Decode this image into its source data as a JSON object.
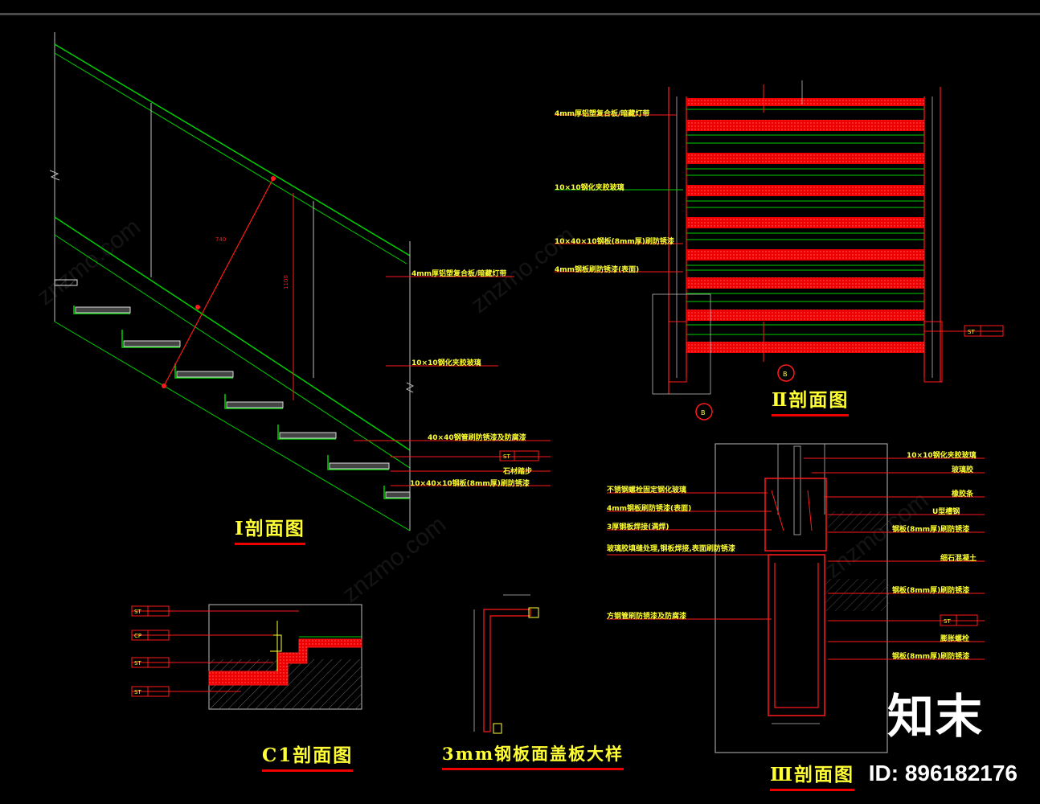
{
  "titles": {
    "section_left": "Ⅰ剖面图",
    "section_right_top": "Ⅱ剖面图",
    "section_c1": "C1剖面图",
    "section_cap": "3mm钢板面盖板大样",
    "section_right_bottom": "Ⅲ剖面图"
  },
  "labels": {
    "left": [
      "4mm厚铝塑复合板/暗藏灯带",
      "10×10钢化夹胶玻璃",
      "40×40钢管刷防锈漆及防腐漆",
      "石材踏步",
      "10×40×10钢板(8mm厚)刷防锈漆"
    ],
    "right_top": [
      "4mm厚铝塑复合板/暗藏灯带",
      "10×10钢化夹胶玻璃",
      "10×40×10钢板(8mm厚)刷防锈漆",
      "4mm钢板刷防锈漆(表面)"
    ],
    "right_bottom_left": [
      "不锈钢螺栓固定钢化玻璃",
      "4mm钢板刷防锈漆(表面)",
      "3厚钢板焊接(满焊)",
      "玻璃胶填缝处理,钢板焊接,表面刷防锈漆",
      "方钢管刷防锈漆及防腐漆"
    ],
    "right_bottom_right": [
      "10×10钢化夹胶玻璃",
      "玻璃胶",
      "橡胶条",
      "U型槽钢",
      "钢板(8mm厚)刷防锈漆",
      "细石混凝土",
      "钢板(8mm厚)刷防锈漆",
      "膨胀螺栓",
      "钢板(8mm厚)刷防锈漆"
    ],
    "tags": [
      "ST",
      "CP",
      "ST",
      "ST"
    ]
  },
  "brand": {
    "mark": "知末",
    "id": "ID: 896182176"
  },
  "colors": {
    "background": "#000000",
    "line_green": "#00d000",
    "line_red": "#ff1a1a",
    "text_yellow": "#ffff33",
    "line_grey": "#bbbbbb"
  }
}
